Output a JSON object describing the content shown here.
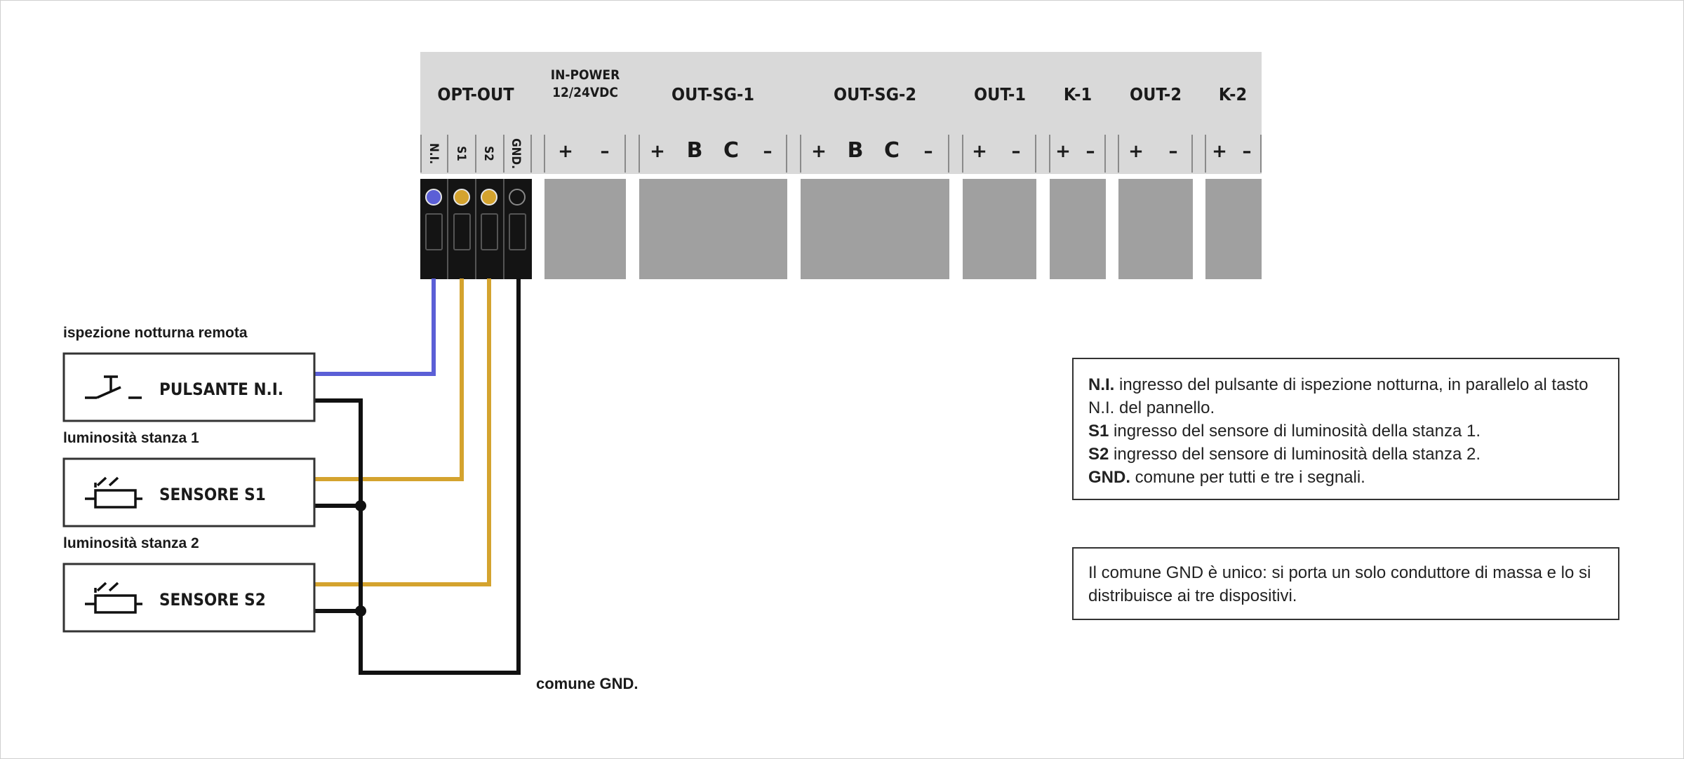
{
  "terminal_headers": {
    "opt_out": "OPT-OUT",
    "in_power_line1": "IN-POWER",
    "in_power_line2": "12/24VDC",
    "out_sg_1": "OUT-SG-1",
    "out_sg_2": "OUT-SG-2",
    "out_1": "OUT-1",
    "k_1": "K-1",
    "out_2": "OUT-2",
    "k_2": "K-2"
  },
  "opt_out_pins": [
    "N.I.",
    "S1",
    "S2",
    "GND."
  ],
  "symbols": {
    "plus": "+",
    "minus": "–",
    "b": "B",
    "c": "C"
  },
  "devices": {
    "pulsante": {
      "caption": "ispezione notturna remota",
      "label": "PULSANTE N.I."
    },
    "sensore1": {
      "caption": "luminosità stanza 1",
      "label": "SENSORE S1"
    },
    "sensore2": {
      "caption": "luminosità stanza 2",
      "label": "SENSORE S2"
    }
  },
  "gnd_label": "comune GND.",
  "legend": {
    "ni_term": "N.I.",
    "ni_text": " ingresso del pulsante di ispezione notturna, in parallelo al tasto",
    "ni_text2": "N.I. del pannello.",
    "s1_term": "S1",
    "s1_text": " ingresso del sensore di luminosità della stanza 1.",
    "s2_term": "S2",
    "s2_text": " ingresso del sensore di luminosità della stanza 2.",
    "gnd_term": "GND.",
    "gnd_text": " comune per tutti e tre i segnali."
  },
  "note": {
    "line1": "Il comune GND è unico: si porta un solo conduttore di massa e lo si",
    "line2": "distribuisce ai tre dispositivi."
  },
  "colors": {
    "ni_wire": "#5b5fd6",
    "s_wire": "#d4a32e",
    "gnd_wire": "#111111",
    "header_bg": "#d9d9d9",
    "block_gray": "#a0a0a0",
    "block_black": "#141414"
  }
}
